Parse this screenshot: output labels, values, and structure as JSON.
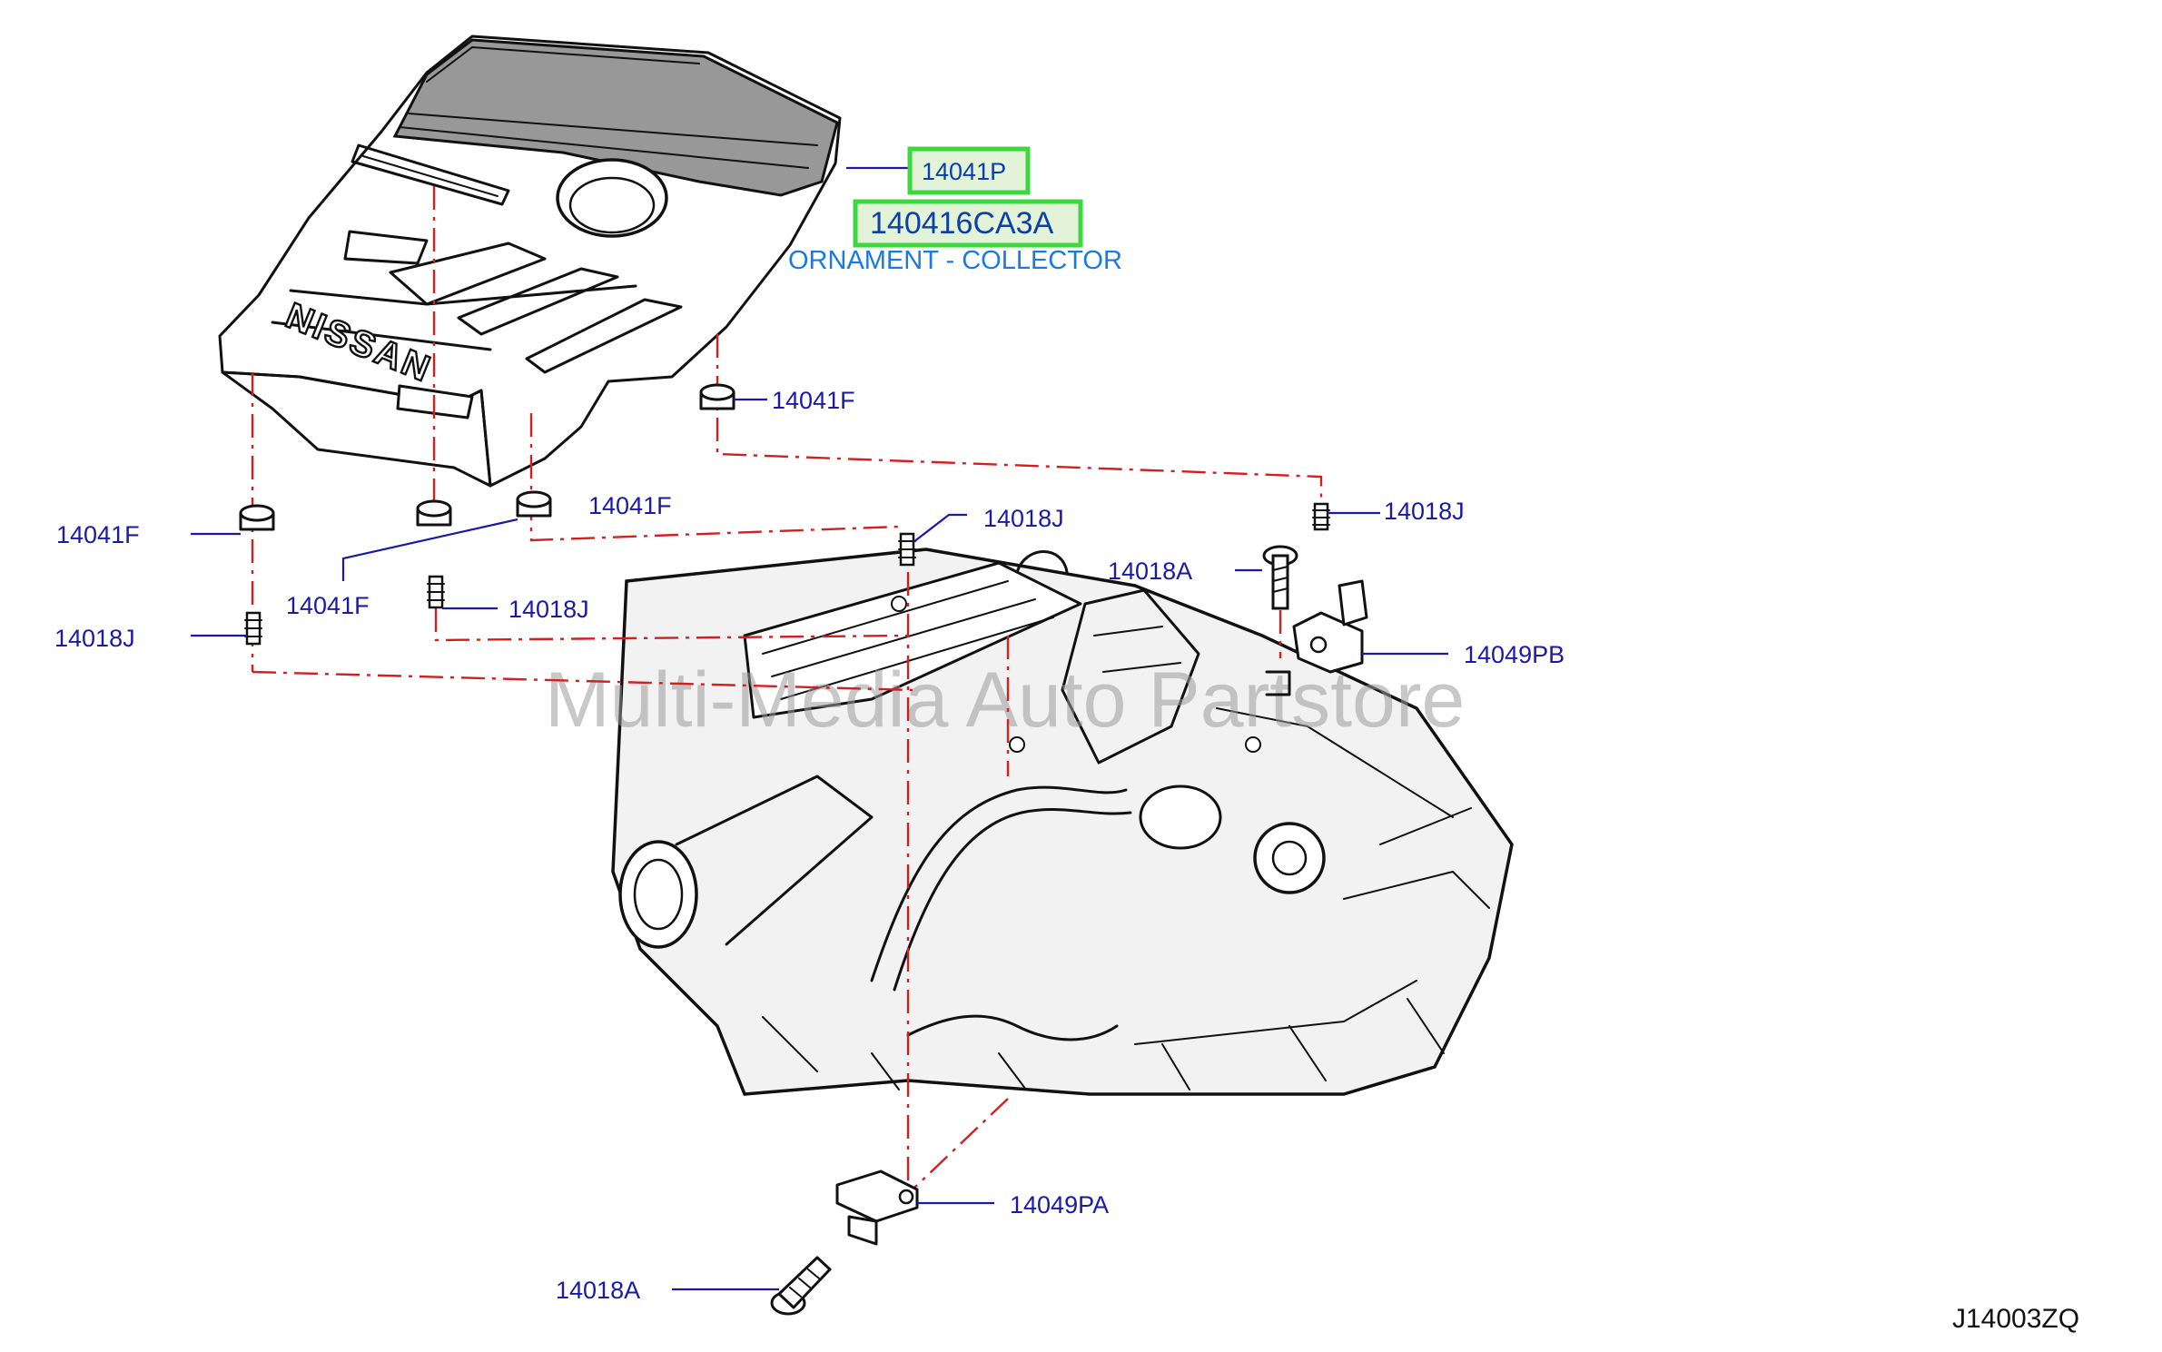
{
  "diagram": {
    "highlight": {
      "part_number": "14041P",
      "oem_number": "140416CA3A",
      "description": "ORNAMENT - COLLECTOR",
      "highlight_color": "#3dd83d"
    },
    "callouts": [
      {
        "label": "14041F"
      },
      {
        "label": "14041F"
      },
      {
        "label": "14041F"
      },
      {
        "label": "14041F"
      },
      {
        "label": "14018J"
      },
      {
        "label": "14018J"
      },
      {
        "label": "14018J"
      },
      {
        "label": "14018J"
      },
      {
        "label": "14018A"
      },
      {
        "label": "14049PB"
      },
      {
        "label": "14049PA"
      },
      {
        "label": "14018A"
      }
    ],
    "cover_text": {
      "brand": "NISSAN"
    },
    "watermark": "Multi-Media Auto Partstore",
    "diagram_code": "J14003ZQ",
    "colors": {
      "label": "#1a1aa6",
      "dash": "#d21f1f",
      "description": "#1a7ae0"
    }
  }
}
